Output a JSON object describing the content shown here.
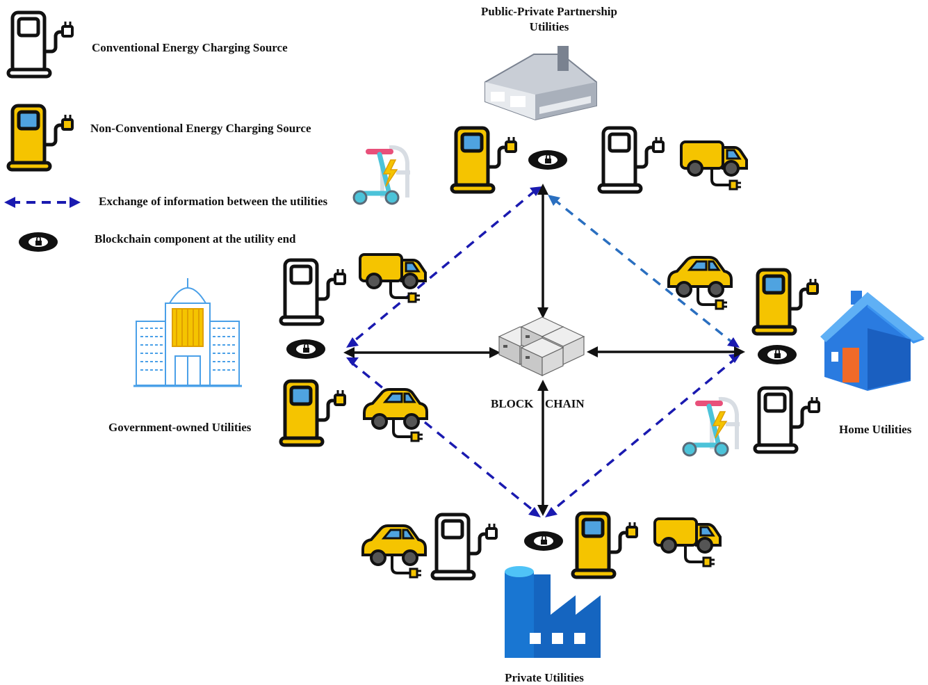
{
  "legend": {
    "conventional": "Conventional Energy Charging Source",
    "non_conventional": "Non-Conventional Energy Charging Source",
    "exchange": "Exchange of information between the utilities",
    "blockchain_component": "Blockchain component at the utility end"
  },
  "nodes": {
    "ppp_line1": "Public-Private Partnership",
    "ppp_line2": "Utilities",
    "government": "Government-owned Utilities",
    "home": "Home Utilities",
    "private": "Private Utilities",
    "blockchain_left": "BLOCK",
    "blockchain_right": "CHAIN"
  },
  "colors": {
    "exchange_arrow": "#1a1ab0",
    "exchange_arrow_light": "#2a6fc0",
    "solid_arrow": "#111111",
    "charger_yellow": "#f5c400",
    "charger_screen": "#4fa3e0",
    "house_blue": "#2a7be0",
    "house_roof": "#3d95f0",
    "factory_blue": "#1565c0",
    "scooter_teal": "#4cc3d9",
    "scooter_pink": "#e8507a"
  }
}
